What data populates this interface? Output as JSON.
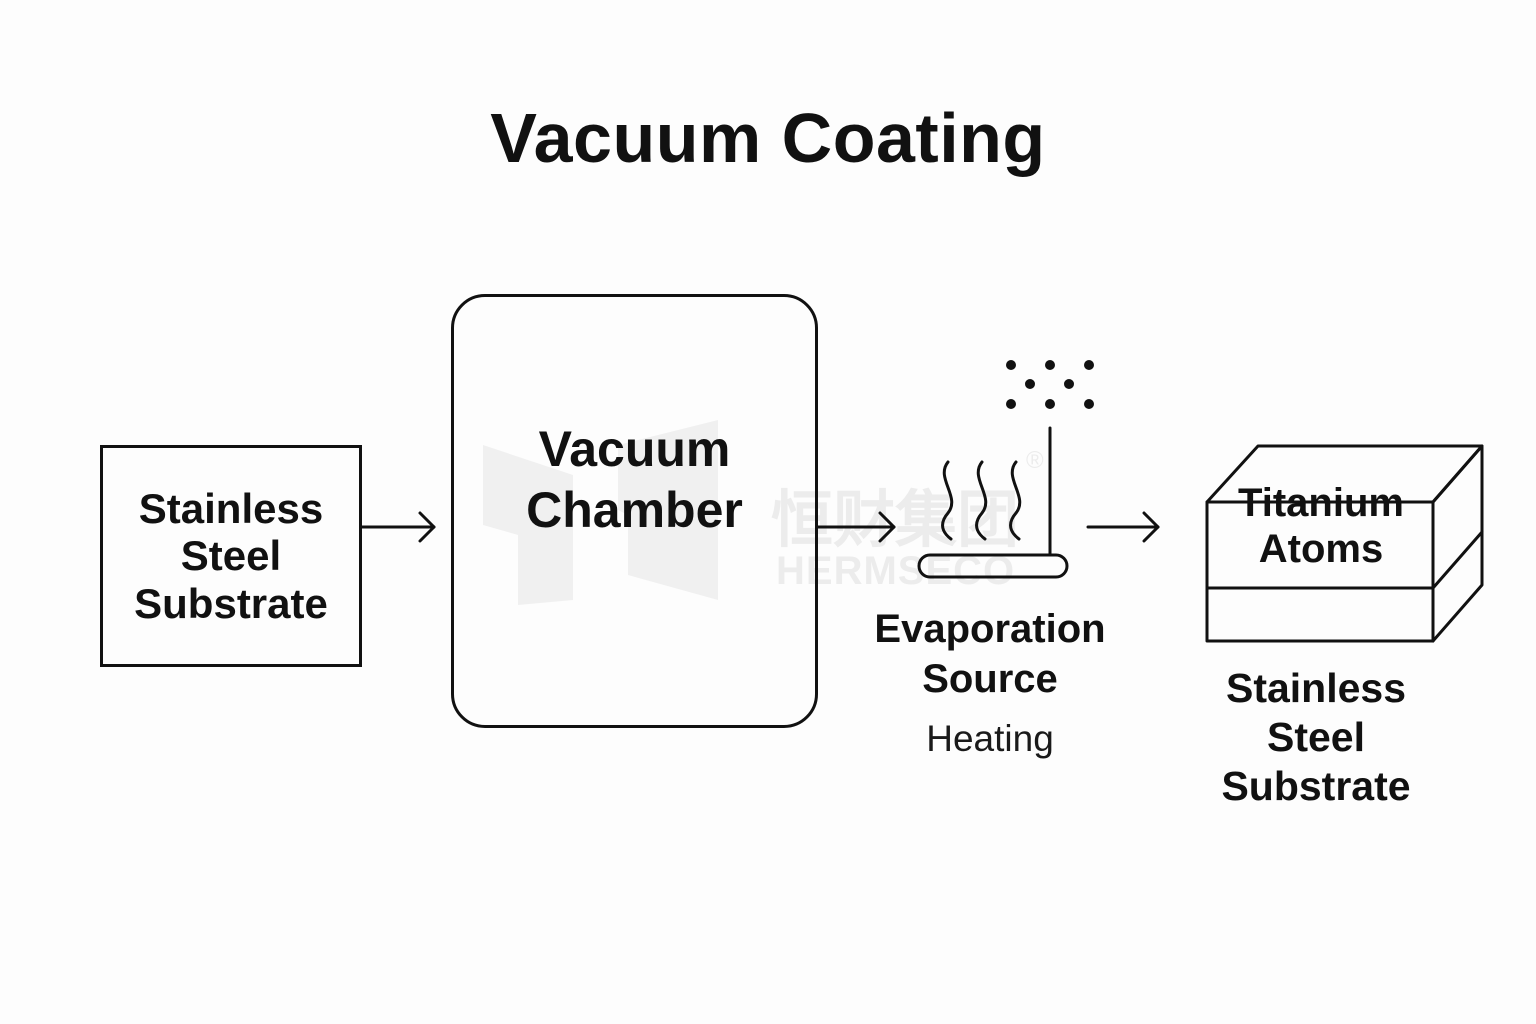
{
  "title": "Vacuum Coating",
  "substrate_input": {
    "lines": [
      "Stainless",
      "Steel",
      "Substrate"
    ]
  },
  "vacuum_chamber": {
    "lines": [
      "Vacuum",
      "Chamber"
    ]
  },
  "evaporation_source": {
    "lines": [
      "Evaporation",
      "Source"
    ],
    "sub_label": "Heating"
  },
  "titanium_atoms": {
    "lines": [
      "Titanium",
      "Atoms"
    ]
  },
  "substrate_output": {
    "lines": [
      "Stainless",
      "Steel",
      "Substrate"
    ]
  },
  "watermark": {
    "chinese": "恒财集团",
    "english": "HERMSECO",
    "mark": "®"
  },
  "colors": {
    "stroke": "#111111",
    "background": "#fdfdfd"
  }
}
